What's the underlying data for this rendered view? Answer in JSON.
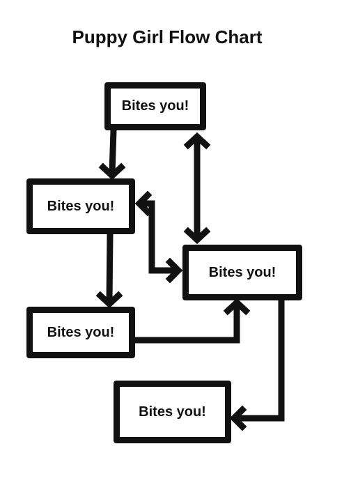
{
  "title": "Puppy Girl Flow Chart",
  "colors": {
    "ink": "#111111",
    "background": "#ffffff"
  },
  "nodes": [
    {
      "id": "b1",
      "label": "Bites you!"
    },
    {
      "id": "b2",
      "label": "Bites you!"
    },
    {
      "id": "b3",
      "label": "Bites you!"
    },
    {
      "id": "b4",
      "label": "Bites you!"
    },
    {
      "id": "b5",
      "label": "Bites you!"
    }
  ],
  "edges": [
    {
      "from": "b1",
      "to": "b2"
    },
    {
      "from": "b1",
      "to": "b3",
      "bidirectional": true
    },
    {
      "from": "b3",
      "to": "b2",
      "bidirectional": true
    },
    {
      "from": "b2",
      "to": "b4"
    },
    {
      "from": "b4",
      "to": "b3"
    },
    {
      "from": "b3",
      "to": "b5"
    }
  ]
}
